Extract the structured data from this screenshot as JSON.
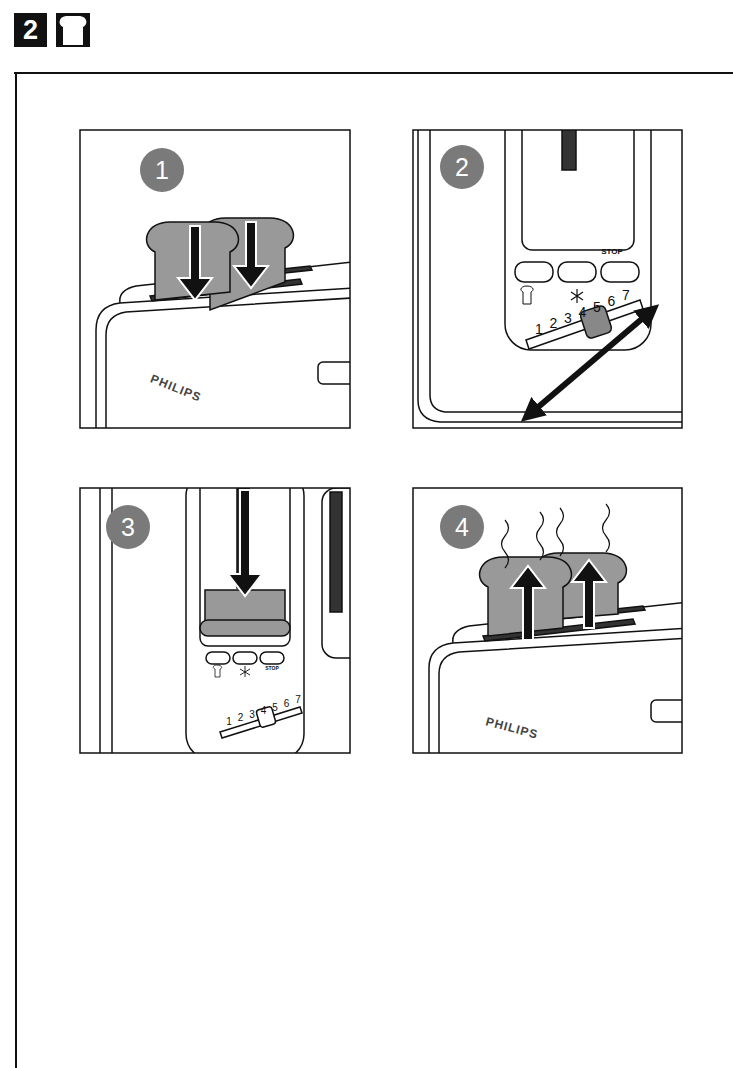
{
  "diagram": {
    "nodes": [
      {
        "text": [
          "2"
        ]
      },
      {
        "text": [
          "1"
        ]
      },
      {
        "text": [
          "2"
        ]
      },
      {
        "text": [
          "3"
        ]
      },
      {
        "text": [
          "4"
        ]
      }
    ],
    "labels": [
      "PHILIPS",
      "STOP",
      "1",
      "2",
      "3",
      "4",
      "5",
      "6",
      "7",
      "STOP",
      "1",
      "2",
      "3",
      "4",
      "5",
      "6",
      "7",
      "PHILIPS"
    ]
  }
}
